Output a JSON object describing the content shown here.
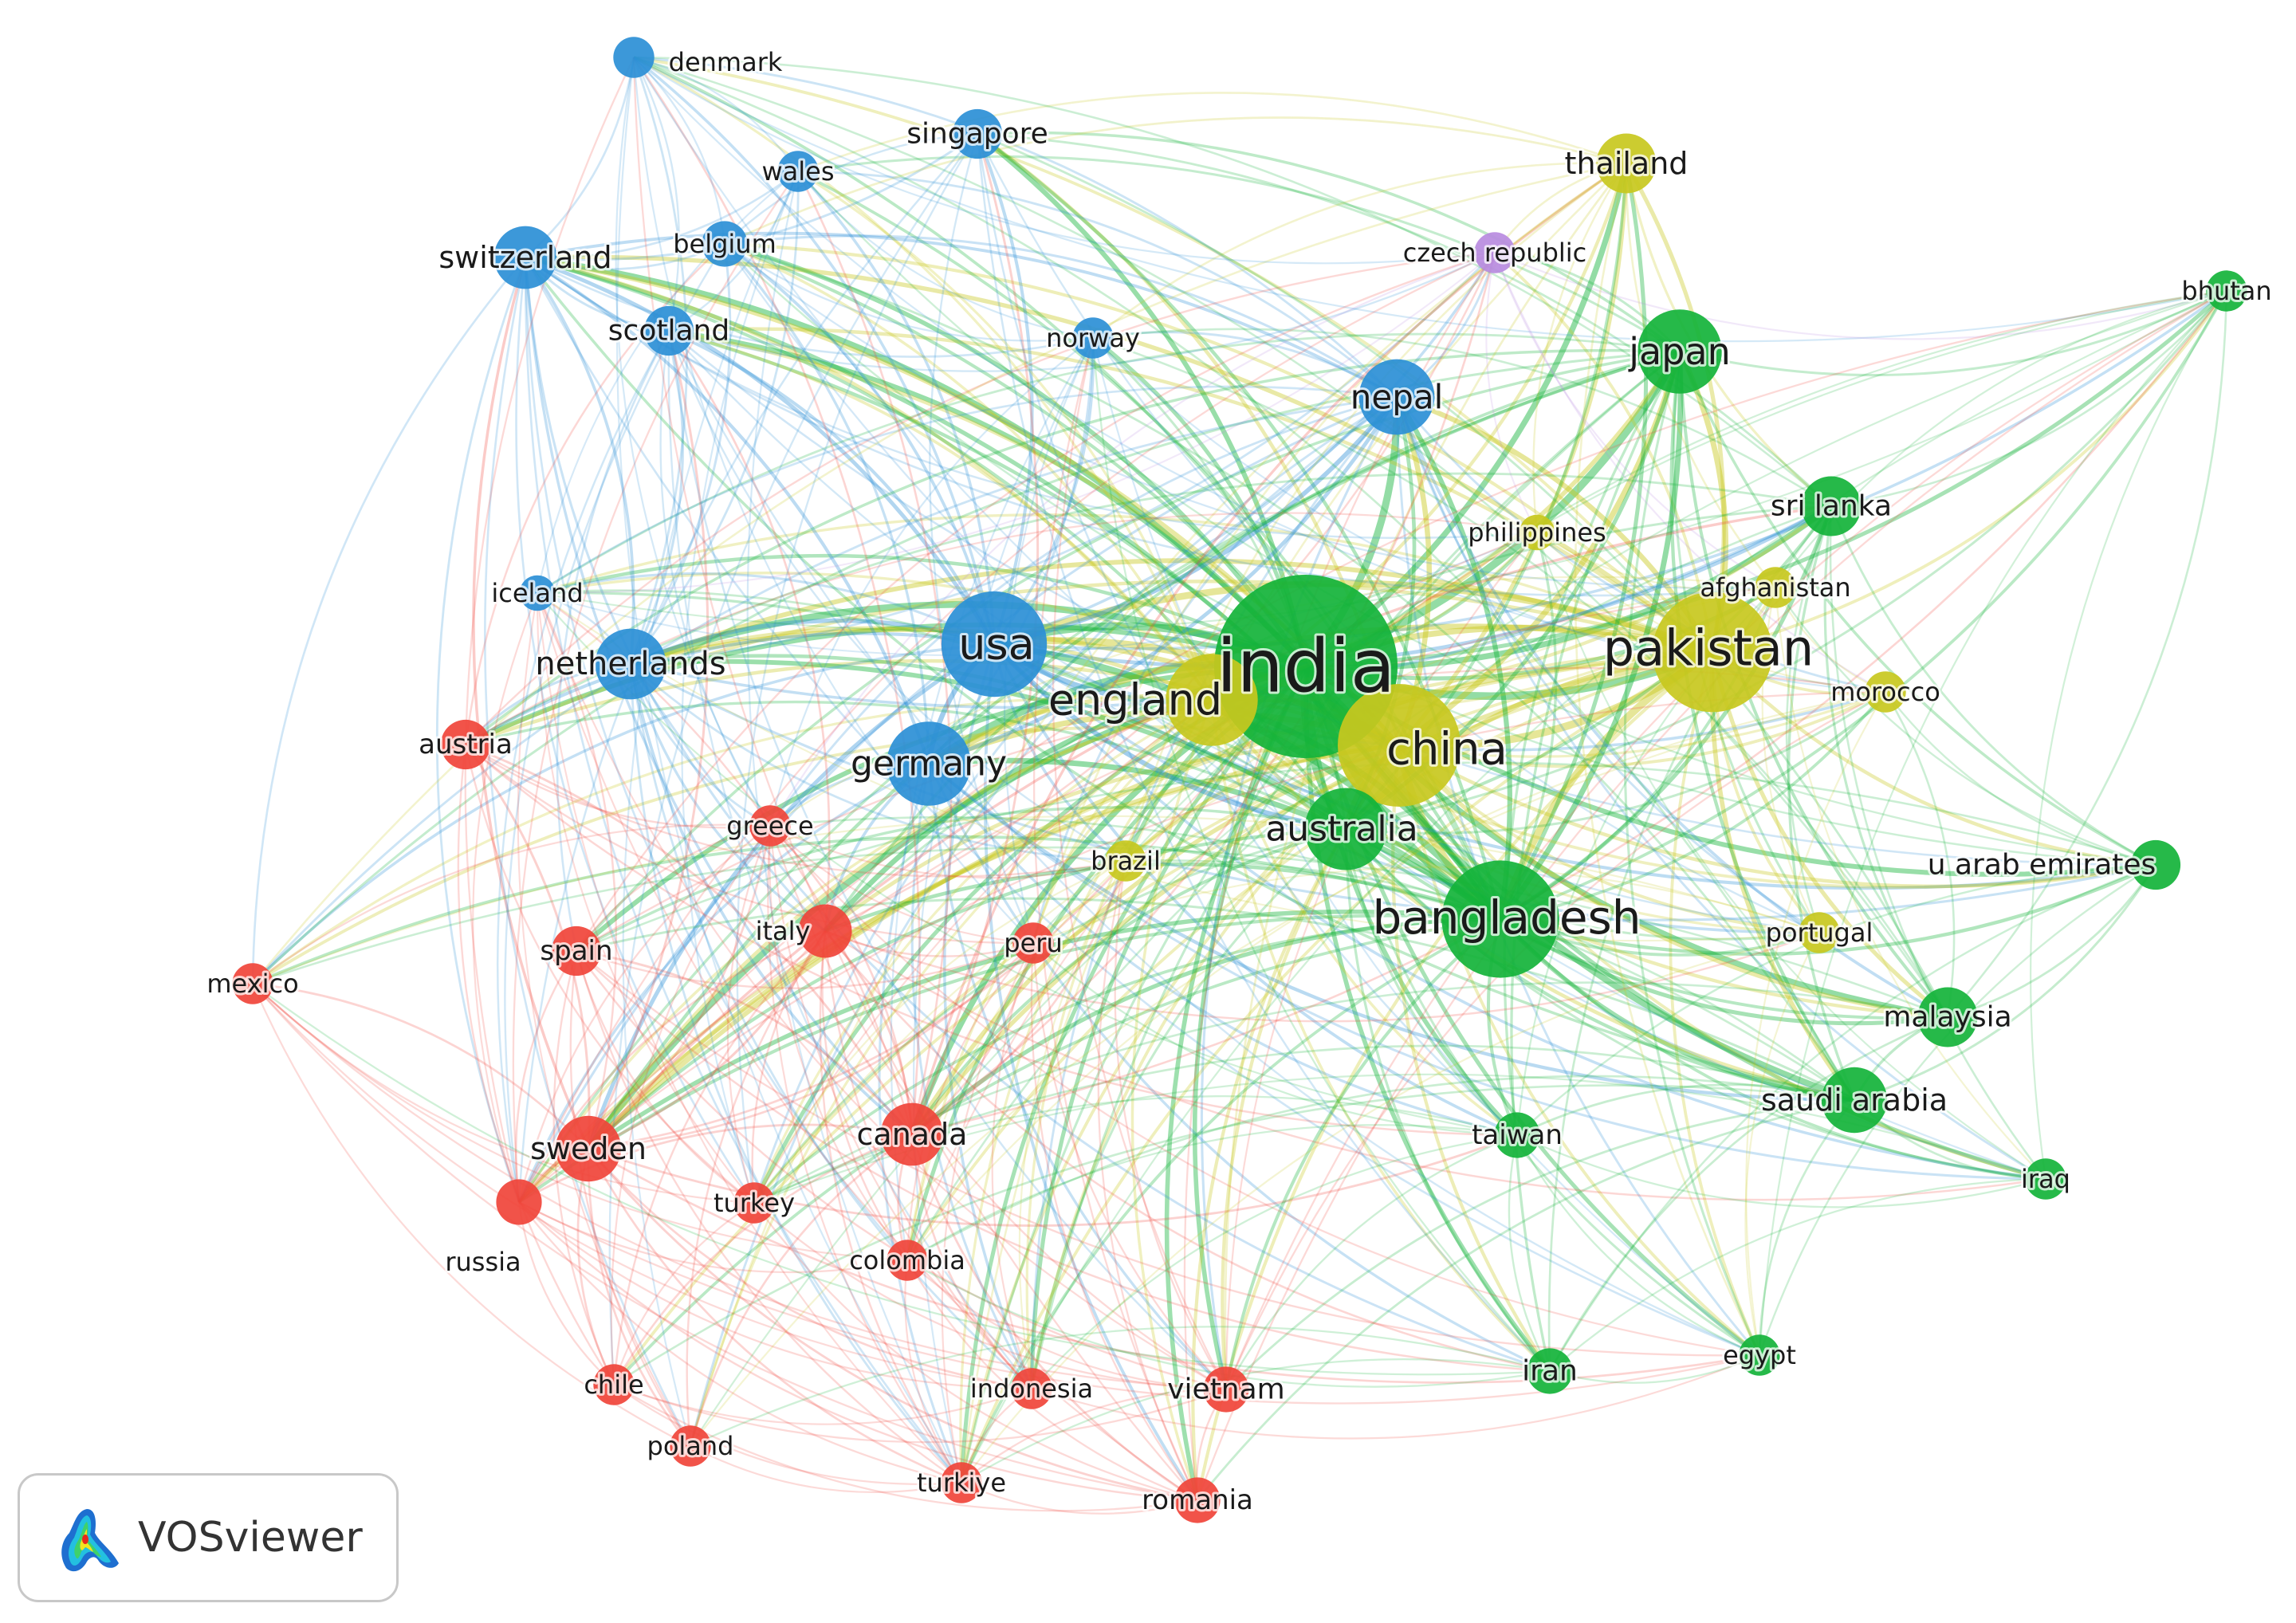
{
  "clusters": {
    "red": "#f0443a",
    "blue": "#2b8fd6",
    "green": "#14b33a",
    "yellow": "#c8c81e",
    "purple": "#b98be0"
  },
  "nodes": [
    {
      "id": "india",
      "label": "india",
      "cluster": "green",
      "weight": 100
    },
    {
      "id": "china",
      "label": "china",
      "cluster": "yellow",
      "weight": 42
    },
    {
      "id": "pakistan",
      "label": "pakistan",
      "cluster": "yellow",
      "weight": 40
    },
    {
      "id": "bangladesh",
      "label": "bangladesh",
      "cluster": "green",
      "weight": 38
    },
    {
      "id": "usa",
      "label": "usa",
      "cluster": "blue",
      "weight": 30
    },
    {
      "id": "england",
      "label": "england",
      "cluster": "yellow",
      "weight": 22
    },
    {
      "id": "germany",
      "label": "germany",
      "cluster": "blue",
      "weight": 18
    },
    {
      "id": "australia",
      "label": "australia",
      "cluster": "green",
      "weight": 17
    },
    {
      "id": "japan",
      "label": "japan",
      "cluster": "green",
      "weight": 18
    },
    {
      "id": "nepal",
      "label": "nepal",
      "cluster": "blue",
      "weight": 14
    },
    {
      "id": "netherlands",
      "label": "netherlands",
      "cluster": "blue",
      "weight": 12
    },
    {
      "id": "switzerland",
      "label": "switzerland",
      "cluster": "blue",
      "weight": 9
    },
    {
      "id": "thailand",
      "label": "thailand",
      "cluster": "yellow",
      "weight": 8
    },
    {
      "id": "sri lanka",
      "label": "sri lanka",
      "cluster": "green",
      "weight": 8
    },
    {
      "id": "malaysia",
      "label": "malaysia",
      "cluster": "green",
      "weight": 8
    },
    {
      "id": "saudi arabia",
      "label": "saudi arabia",
      "cluster": "green",
      "weight": 10
    },
    {
      "id": "sweden",
      "label": "sweden",
      "cluster": "red",
      "weight": 10
    },
    {
      "id": "canada",
      "label": "canada",
      "cluster": "red",
      "weight": 9
    },
    {
      "id": "italy",
      "label": "italy",
      "cluster": "red",
      "weight": 6
    },
    {
      "id": "singapore",
      "label": "singapore",
      "cluster": "blue",
      "weight": 5
    },
    {
      "id": "scotland",
      "label": "scotland",
      "cluster": "blue",
      "weight": 5
    },
    {
      "id": "belgium",
      "label": "belgium",
      "cluster": "blue",
      "weight": 4
    },
    {
      "id": "wales",
      "label": "wales",
      "cluster": "blue",
      "weight": 3
    },
    {
      "id": "norway",
      "label": "norway",
      "cluster": "blue",
      "weight": 3
    },
    {
      "id": "denmark",
      "label": "denmark",
      "cluster": "blue",
      "weight": 3
    },
    {
      "id": "iceland",
      "label": "iceland",
      "cluster": "blue",
      "weight": 2
    },
    {
      "id": "czech republic",
      "label": "czech republic",
      "cluster": "purple",
      "weight": 3
    },
    {
      "id": "bhutan",
      "label": "bhutan",
      "cluster": "green",
      "weight": 3
    },
    {
      "id": "philippines",
      "label": "philippines",
      "cluster": "yellow",
      "weight": 2
    },
    {
      "id": "afghanistan",
      "label": "afghanistan",
      "cluster": "yellow",
      "weight": 3
    },
    {
      "id": "morocco",
      "label": "morocco",
      "cluster": "yellow",
      "weight": 3
    },
    {
      "id": "u arab emirates",
      "label": "u arab emirates",
      "cluster": "green",
      "weight": 5
    },
    {
      "id": "portugal",
      "label": "portugal",
      "cluster": "yellow",
      "weight": 3
    },
    {
      "id": "austria",
      "label": "austria",
      "cluster": "red",
      "weight": 5
    },
    {
      "id": "greece",
      "label": "greece",
      "cluster": "red",
      "weight": 3
    },
    {
      "id": "brazil",
      "label": "brazil",
      "cluster": "yellow",
      "weight": 3
    },
    {
      "id": "spain",
      "label": "spain",
      "cluster": "red",
      "weight": 5
    },
    {
      "id": "peru",
      "label": "peru",
      "cluster": "red",
      "weight": 3
    },
    {
      "id": "mexico",
      "label": "mexico",
      "cluster": "red",
      "weight": 3
    },
    {
      "id": "taiwan",
      "label": "taiwan",
      "cluster": "green",
      "weight": 4
    },
    {
      "id": "iraq",
      "label": "iraq",
      "cluster": "green",
      "weight": 3
    },
    {
      "id": "turkey",
      "label": "turkey",
      "cluster": "red",
      "weight": 3
    },
    {
      "id": "russia",
      "label": "russia",
      "cluster": "red",
      "weight": 4
    },
    {
      "id": "colombia",
      "label": "colombia",
      "cluster": "red",
      "weight": 3
    },
    {
      "id": "chile",
      "label": "chile",
      "cluster": "red",
      "weight": 3
    },
    {
      "id": "indonesia",
      "label": "indonesia",
      "cluster": "red",
      "weight": 3
    },
    {
      "id": "vietnam",
      "label": "vietnam",
      "cluster": "red",
      "weight": 4
    },
    {
      "id": "iran",
      "label": "iran",
      "cluster": "green",
      "weight": 4
    },
    {
      "id": "egypt",
      "label": "egypt",
      "cluster": "green",
      "weight": 3
    },
    {
      "id": "poland",
      "label": "poland",
      "cluster": "red",
      "weight": 3
    },
    {
      "id": "turkiye",
      "label": "turkiye",
      "cluster": "red",
      "weight": 3
    },
    {
      "id": "romania",
      "label": "romania",
      "cluster": "red",
      "weight": 4
    }
  ],
  "brand": {
    "name": "VOSviewer",
    "icon": "vosviewer-logo-icon"
  }
}
